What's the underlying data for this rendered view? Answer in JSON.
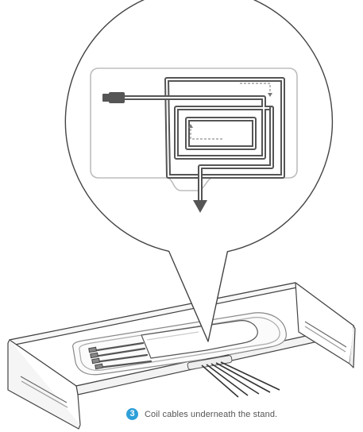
{
  "caption": {
    "step_number": "3",
    "text": "Coil cables underneath the stand."
  },
  "colors": {
    "accent": "#2d9fd9",
    "line": "#444444",
    "light_line": "#bdbdbd",
    "cable": "#555555"
  },
  "icons": {
    "step_badge": "numbered-circle",
    "cable_plug": "usb-plug-icon",
    "flow_arrow": "down-arrow-icon"
  }
}
